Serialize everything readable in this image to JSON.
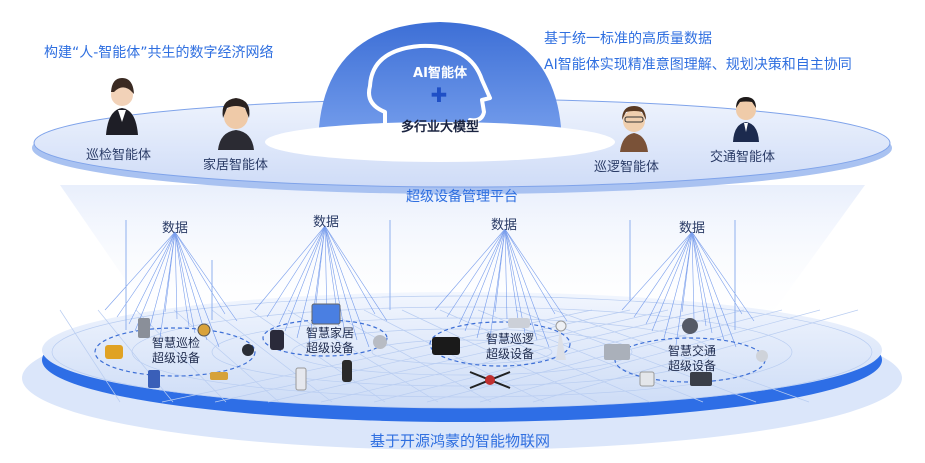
{
  "header": {
    "left_title": "构建“人-智能体”共生的数字经济网络",
    "right_line1": "基于统一标准的高质量数据",
    "right_line2": "AI智能体实现精准意图理解、规划决策和自主协同"
  },
  "dome": {
    "top_label": "AI智能体",
    "plus": "✚",
    "bottom_label": "多行业大模型"
  },
  "agents": [
    {
      "label": "巡检智能体"
    },
    {
      "label": "家居智能体"
    },
    {
      "label": "巡逻智能体"
    },
    {
      "label": "交通智能体"
    }
  ],
  "platform": {
    "label": "超级设备管理平台"
  },
  "data_labels": [
    "数据",
    "数据",
    "数据",
    "数据"
  ],
  "device_groups": [
    {
      "line1": "智慧巡检",
      "line2": "超级设备"
    },
    {
      "line1": "智慧家居",
      "line2": "超级设备"
    },
    {
      "line1": "智慧巡逻",
      "line2": "超级设备"
    },
    {
      "line1": "智慧交通",
      "line2": "超级设备"
    }
  ],
  "network": {
    "label": "基于开源鸿蒙的智能物联网"
  },
  "colors": {
    "accent": "#2f6fe0",
    "dome": "#4a78d8",
    "platform": "#dde7fb",
    "network": "#e6eefc"
  }
}
